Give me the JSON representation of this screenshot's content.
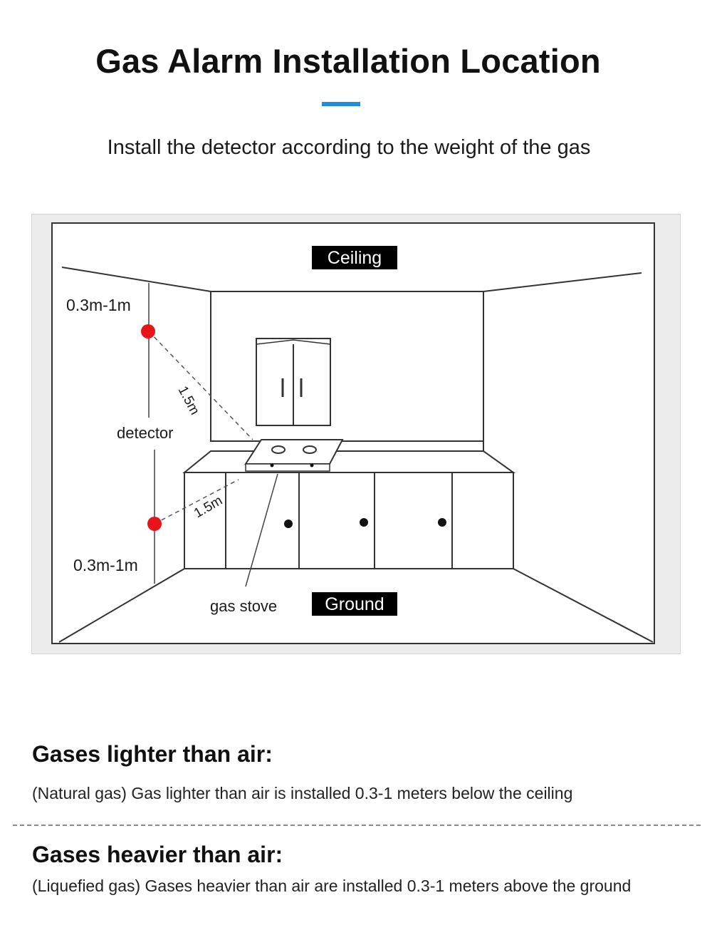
{
  "header": {
    "title": "Gas Alarm Installation Location",
    "subtitle": "Install the detector according to the weight of the gas",
    "accent_color": "#1d8ee0"
  },
  "diagram": {
    "ceiling_label": "Ceiling",
    "ground_label": "Ground",
    "top_range_label": "0.3m-1m",
    "bottom_range_label": "0.3m-1m",
    "detector_label": "detector",
    "distance_top_label": "1.5m",
    "distance_bottom_label": "1.5m",
    "stove_label": "gas stove",
    "detector_color": "#e8141b"
  },
  "sections": [
    {
      "heading": "Gases lighter than air:",
      "text": "(Natural gas) Gas lighter than air is installed 0.3-1 meters below the ceiling"
    },
    {
      "heading": "Gases heavier than air:",
      "text": "(Liquefied gas) Gases heavier than air are installed 0.3-1 meters above the ground"
    }
  ]
}
